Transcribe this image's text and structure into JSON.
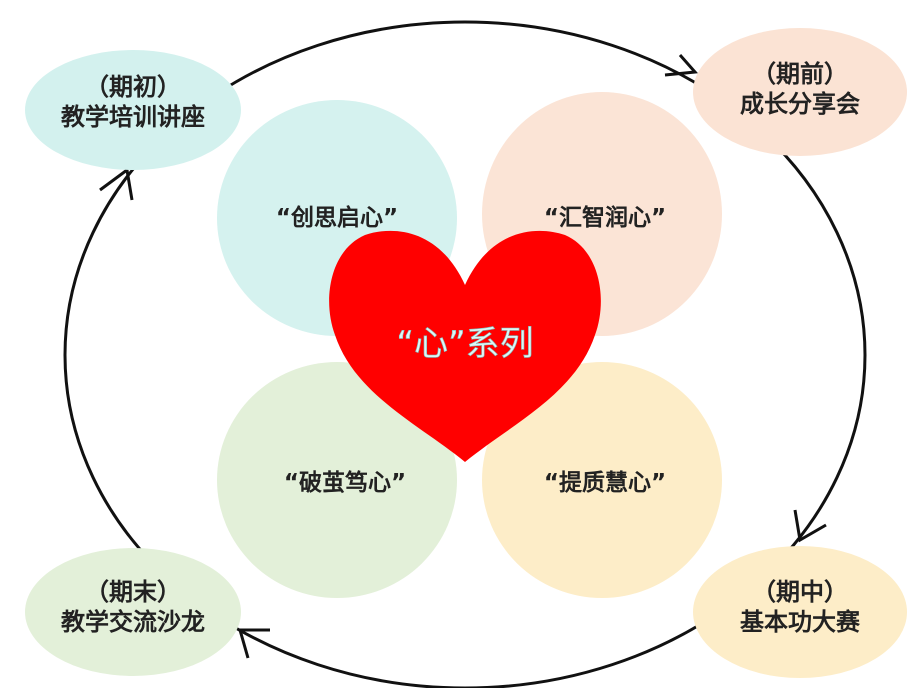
{
  "center": {
    "label": "“心”系列"
  },
  "stages": [
    {
      "period": "（期初）",
      "name": "教学培训讲座",
      "color": "#d3f1ee"
    },
    {
      "period": "（期前）",
      "name": "成长分享会",
      "color": "#fbe3d4"
    },
    {
      "period": "（期中）",
      "name": "基本功大赛",
      "color": "#fdedc8"
    },
    {
      "period": "（期末）",
      "name": "教学交流沙龙",
      "color": "#e3f0d9"
    }
  ],
  "themes": [
    {
      "label": "“创思启心”",
      "color": "#d5f2ef"
    },
    {
      "label": "“汇智润心”",
      "color": "#fbe4d6"
    },
    {
      "label": "“破茧笃心”",
      "color": "#e3f0d9"
    },
    {
      "label": "“提质慧心”",
      "color": "#fdedc8"
    }
  ],
  "heart_color": "#ff0000"
}
